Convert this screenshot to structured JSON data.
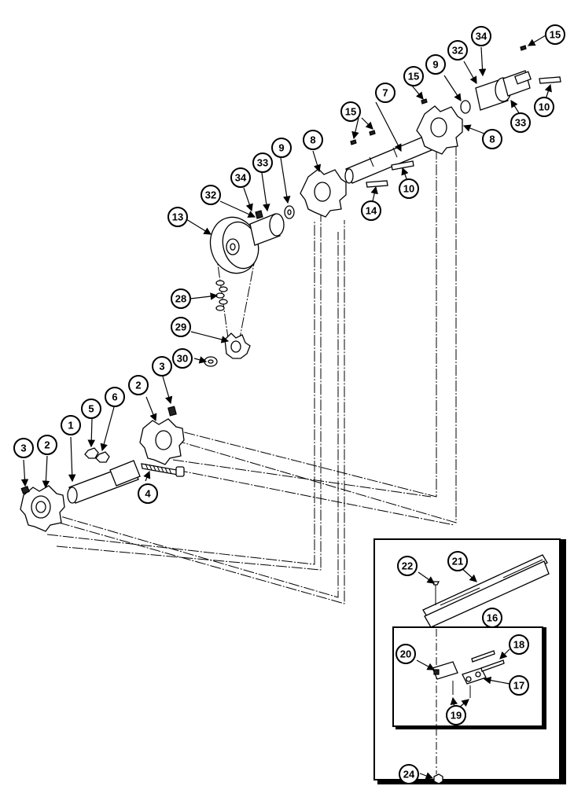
{
  "callouts": [
    "1",
    "2",
    "3",
    "4",
    "5",
    "6",
    "7",
    "8",
    "9",
    "10",
    "13",
    "14",
    "15",
    "16",
    "17",
    "18",
    "19",
    "20",
    "21",
    "22",
    "24",
    "28",
    "29",
    "30",
    "32",
    "33",
    "34"
  ]
}
